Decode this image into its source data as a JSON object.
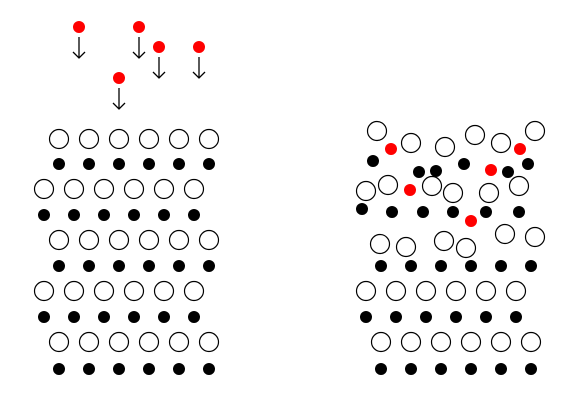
{
  "colors": {
    "background": "#ffffff",
    "outline": "#000000",
    "ion_fill": "#ffffff",
    "atom_fill": "#000000",
    "incident_fill": "#ff0000"
  },
  "icons": {
    "falling_marker": "arrow-down-icon",
    "open_particle": "open-circle-icon",
    "filled_particle": "filled-circle-icon"
  },
  "panels": [
    {
      "id": "left",
      "state": "ordered-lattice-with-incoming-particles"
    },
    {
      "id": "right",
      "state": "disordered-lattice-with-embedded-particles"
    }
  ]
}
